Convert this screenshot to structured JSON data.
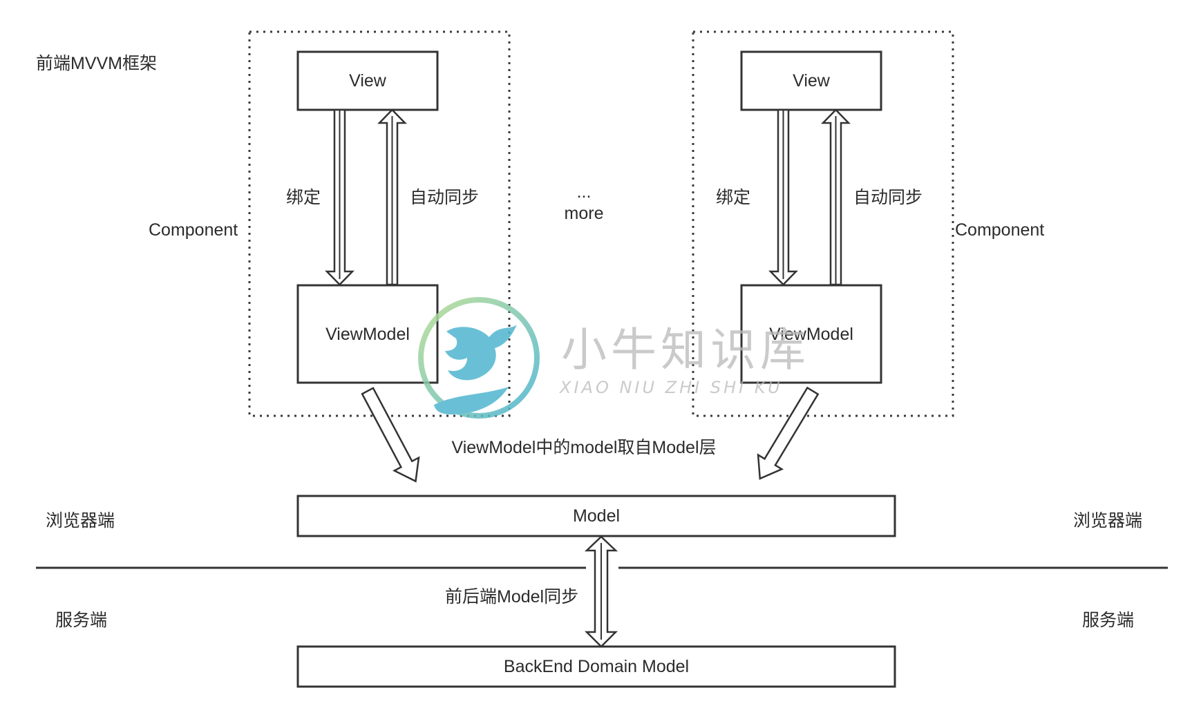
{
  "frontend_title": "前端MVVM框架",
  "components": [
    {
      "view_label": "View",
      "viewmodel_label": "ViewModel",
      "bind_label": "绑定",
      "sync_label": "自动同步",
      "component_label": "Component"
    },
    {
      "view_label": "View",
      "viewmodel_label": "ViewModel",
      "bind_label": "绑定",
      "sync_label": "自动同步",
      "component_label": "Component"
    }
  ],
  "more": {
    "dots": "...",
    "label": "more"
  },
  "model_source_label": "ViewModel中的model取自Model层",
  "model_label": "Model",
  "browser_label": "浏览器端",
  "server_label": "服务端",
  "sync_fe_be_label": "前后端Model同步",
  "backend_label": "BackEnd Domain Model",
  "watermark": {
    "cn": "小牛知识库",
    "en": "XIAO NIU ZHI SHI KU"
  }
}
